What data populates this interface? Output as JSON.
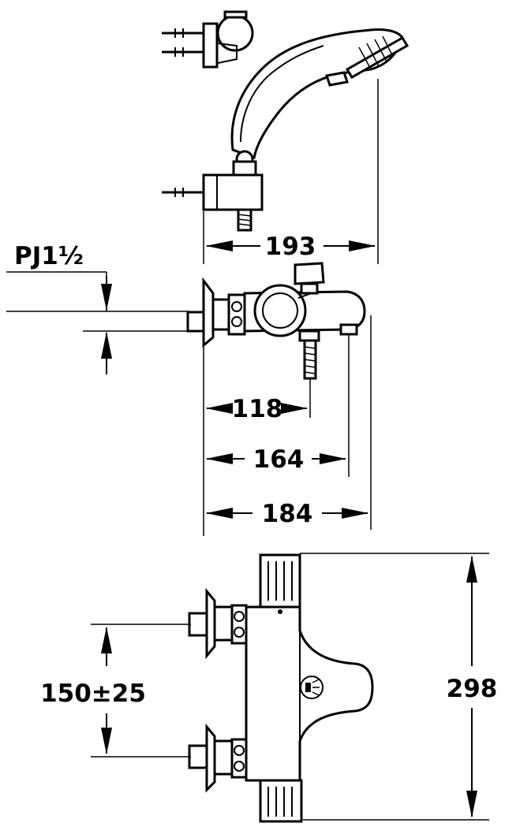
{
  "labels": {
    "pipe_size": "PJ1½",
    "dim_193": "193",
    "dim_118": "118",
    "dim_164": "164",
    "dim_184": "184",
    "dim_150": "150±25",
    "dim_298": "298"
  },
  "colors": {
    "ink": "#000000",
    "paper": "#ffffff"
  },
  "icons": {
    "shower_symbol": "shower-icon"
  }
}
